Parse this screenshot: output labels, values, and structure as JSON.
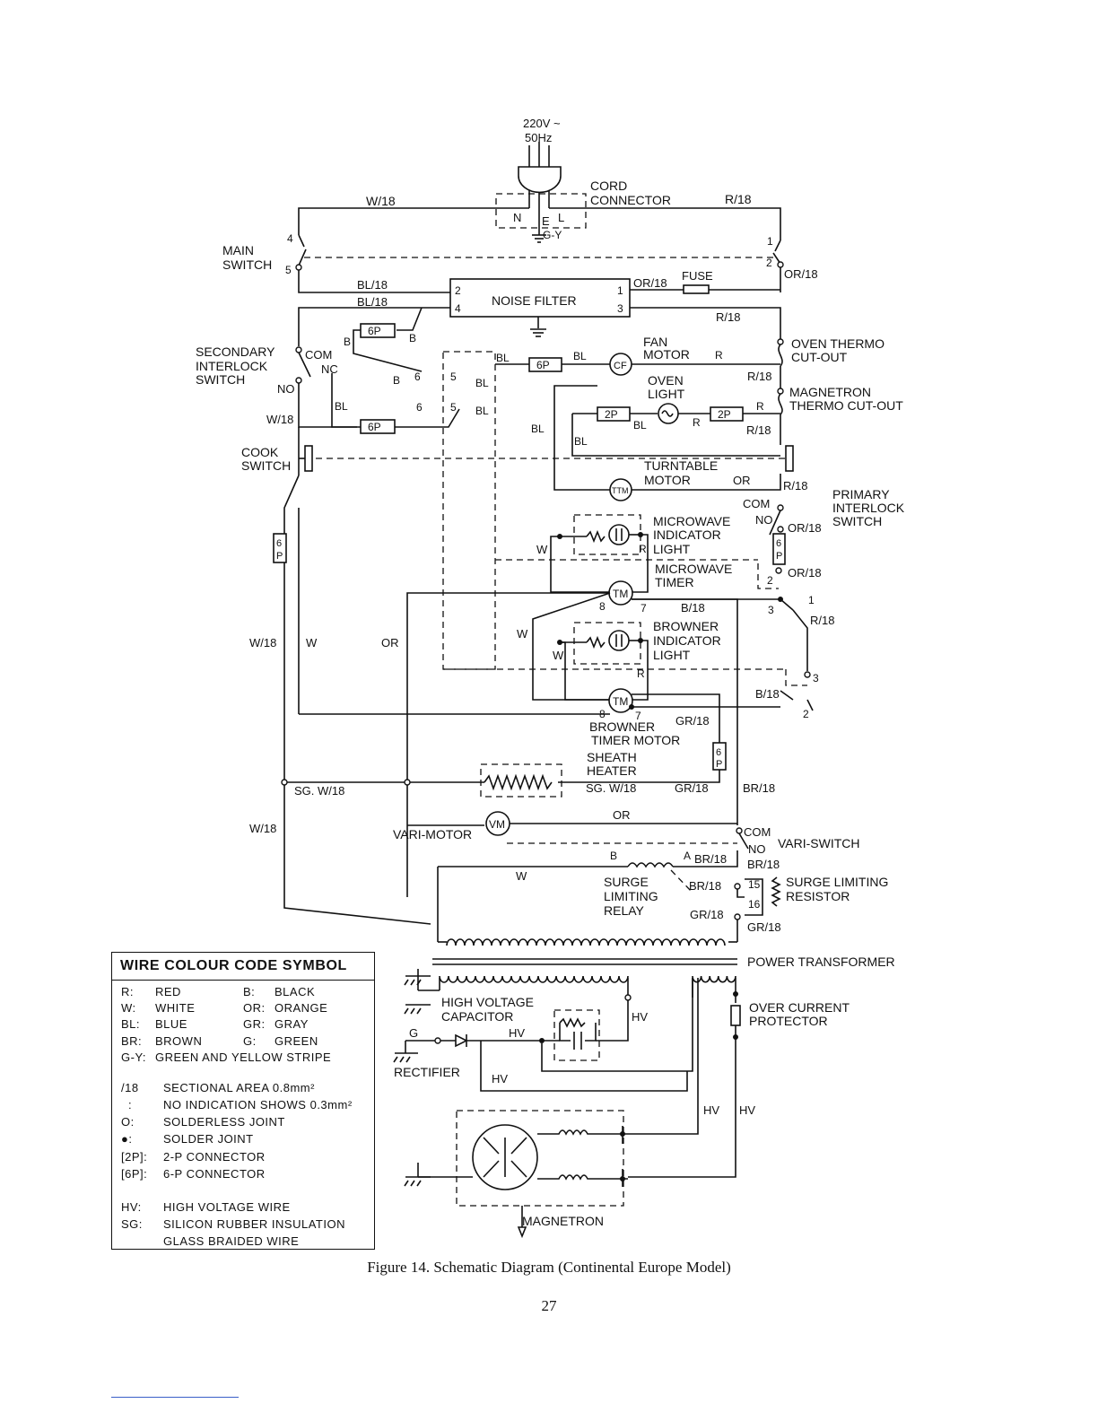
{
  "supply": {
    "voltage": "220V ~",
    "frequency": "50Hz"
  },
  "labels": {
    "cord_connector": [
      "CORD",
      "CONNECTOR"
    ],
    "neutral": "N",
    "earth": "E",
    "live": "L",
    "gy": "G-Y",
    "w18": "W/18",
    "r18": "R/18",
    "or18": "OR/18",
    "bl18": "BL/18",
    "b18": "B/18",
    "gr18": "GR/18",
    "br18": "BR/18",
    "sgw18": "SG. W/18",
    "main_switch": [
      "MAIN",
      "SWITCH"
    ],
    "fuse": "FUSE",
    "noise_filter": "NOISE FILTER",
    "secondary_interlock": [
      "SECONDARY",
      "INTERLOCK",
      "SWITCH"
    ],
    "com": "COM",
    "nc": "NC",
    "no": "NO",
    "fan_motor": [
      "FAN",
      "MOTOR"
    ],
    "oven_thermo": [
      "OVEN THERMO",
      "CUT-OUT"
    ],
    "oven_light": [
      "OVEN",
      "LIGHT"
    ],
    "magnetron_thermo": [
      "MAGNETRON",
      "THERMO CUT-OUT"
    ],
    "cook_switch": [
      "COOK",
      "SWITCH"
    ],
    "turntable_motor": [
      "TURNTABLE",
      "MOTOR"
    ],
    "primary_interlock": [
      "PRIMARY",
      "INTERLOCK",
      "SWITCH"
    ],
    "microwave_indicator": [
      "MICROWAVE",
      "INDICATOR",
      "LIGHT"
    ],
    "microwave_timer": [
      "MICROWAVE",
      "TIMER"
    ],
    "browner_indicator": [
      "BROWNER",
      "INDICATOR",
      "LIGHT"
    ],
    "browner_timer": [
      "BROWNER",
      "TIMER MOTOR"
    ],
    "sheath_heater": [
      "SHEATH",
      "HEATER"
    ],
    "vari_motor": "VARI-MOTOR",
    "vari_switch": "VARI-SWITCH",
    "surge_relay": [
      "SURGE",
      "LIMITING",
      "RELAY"
    ],
    "surge_resistor": [
      "SURGE LIMITING",
      "RESISTOR"
    ],
    "power_transformer": "POWER TRANSFORMER",
    "hv_capacitor": [
      "HIGH VOLTAGE",
      "CAPACITOR"
    ],
    "over_current": [
      "OVER CURRENT",
      "PROTECTOR"
    ],
    "rectifier": "RECTIFIER",
    "magnetron": "MAGNETRON",
    "hv": "HV",
    "connector_2p": "2P",
    "connector_6p": "6P",
    "cf": "CF",
    "ttm": "TTM",
    "tm": "TM",
    "vm": "VM",
    "wire_w": "W",
    "wire_or": "OR",
    "wire_bl": "BL",
    "wire_b": "B",
    "wire_r": "R",
    "wire_g": "G",
    "wire_a": "A",
    "p6": [
      "6",
      "P"
    ],
    "t1": "1",
    "t2": "2",
    "t3": "3",
    "t4": "4",
    "t5": "5",
    "t6": "6",
    "t7": "7",
    "t8": "8",
    "t15": "15",
    "t16": "16"
  },
  "legend": {
    "title": "WIRE COLOUR CODE SYMBOL",
    "colours": [
      [
        "R:",
        "RED",
        "B:",
        "BLACK"
      ],
      [
        "W:",
        "WHITE",
        "OR:",
        "ORANGE"
      ],
      [
        "BL:",
        "BLUE",
        "GR:",
        "GRAY"
      ],
      [
        "BR:",
        "BROWN",
        "G:",
        "GREEN"
      ]
    ],
    "gy": [
      "G-Y:",
      "GREEN AND YELLOW STRIPE"
    ],
    "symbols": [
      [
        "/18",
        "SECTIONAL AREA 0.8mm²"
      ],
      [
        ":",
        "NO INDICATION SHOWS 0.3mm²"
      ],
      [
        "O:",
        "SOLDERLESS JOINT"
      ],
      [
        "●:",
        "SOLDER JOINT"
      ],
      [
        "[2P]:",
        "2-P CONNECTOR"
      ],
      [
        "[6P]:",
        "6-P CONNECTOR"
      ]
    ],
    "wires": [
      [
        "HV:",
        "HIGH VOLTAGE WIRE"
      ],
      [
        "SG:",
        "SILICON RUBBER INSULATION"
      ],
      [
        "",
        "GLASS BRAIDED WIRE"
      ]
    ]
  },
  "caption": "Figure 14.  Schematic Diagram (Continental Europe Model)",
  "page_number": "27"
}
